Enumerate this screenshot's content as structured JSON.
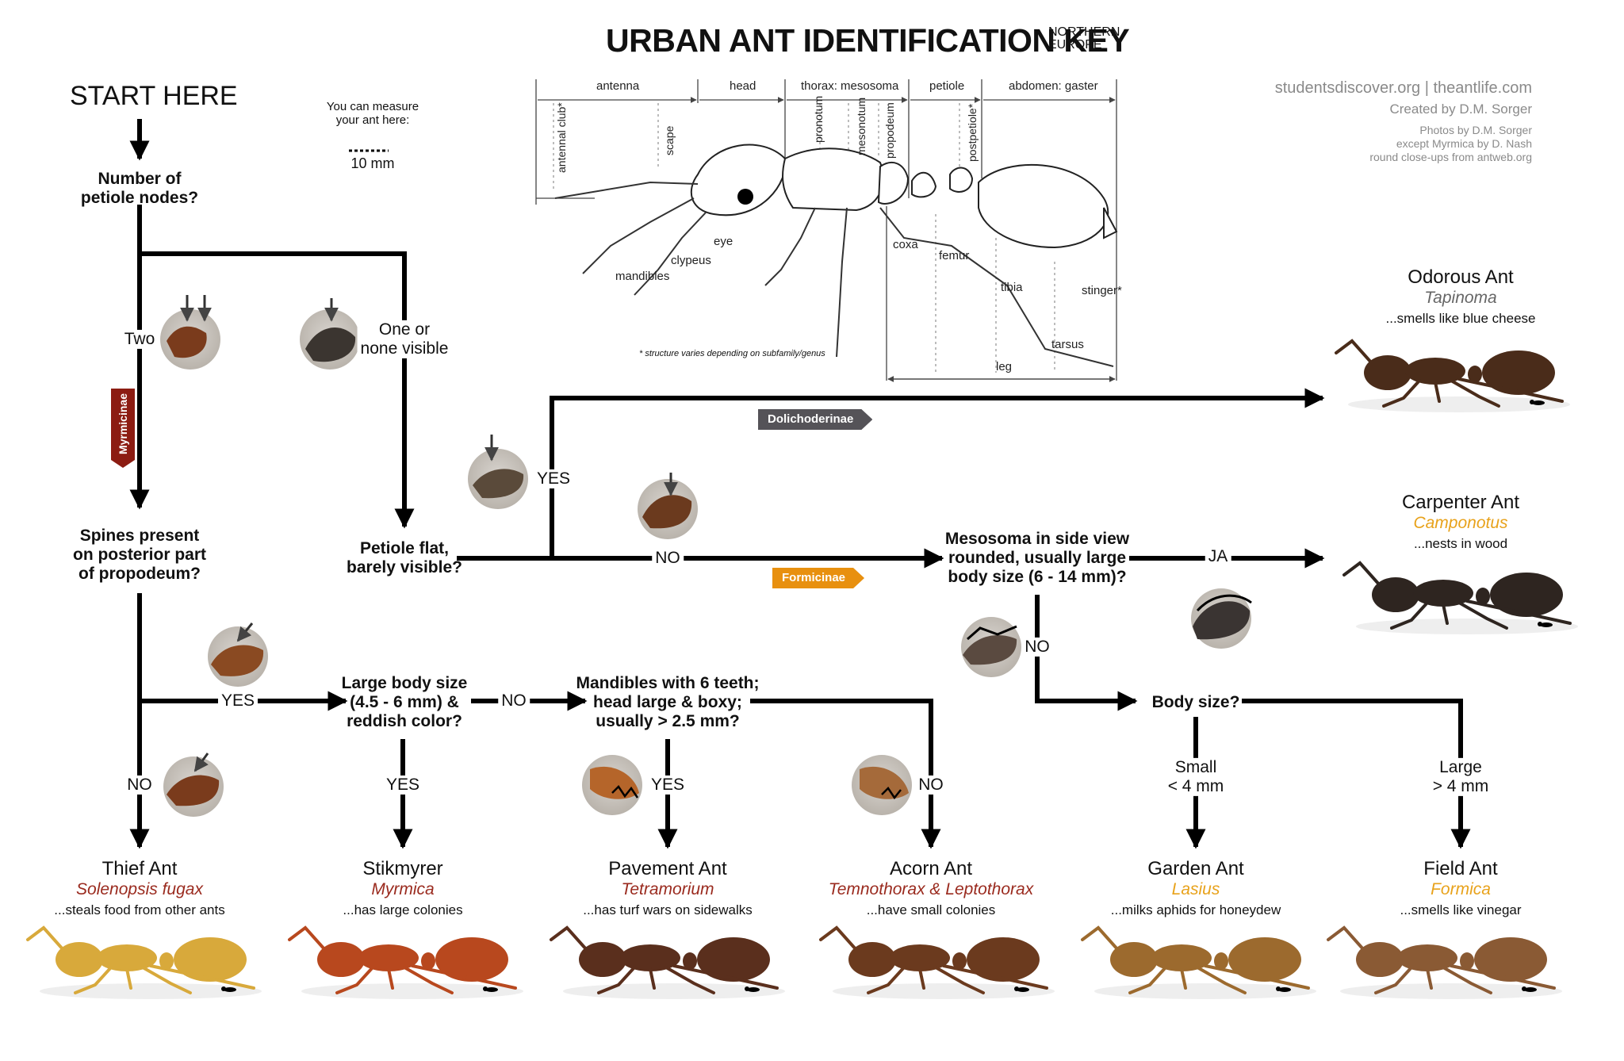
{
  "title": "URBAN ANT IDENTIFICATION KEY",
  "region": [
    "NORTHERN",
    "EUROPE"
  ],
  "start": "START HERE",
  "measure": {
    "text": "You can measure\nyour ant here:",
    "scale": "10 mm"
  },
  "credits": {
    "site": "studentsdiscover.org | theantlife.com",
    "created": "Created by D.M. Sorger",
    "photos": "Photos by D.M. Sorger",
    "except": "except Myrmica by D. Nash",
    "closeups": "round close-ups from antweb.org"
  },
  "anatomy": {
    "segments": [
      "antenna",
      "head",
      "thorax: mesosoma",
      "petiole",
      "abdomen: gaster"
    ],
    "vertical": [
      "antennal club*",
      "scape",
      "pronotum",
      "mesonotum",
      "propodeum",
      "postpetiole*"
    ],
    "parts": [
      "eye",
      "clypeus",
      "mandibles",
      "coxa",
      "femur",
      "tibia",
      "stinger*",
      "tarsus",
      "leg"
    ],
    "footnote": "* structure varies depending on subfamily/genus"
  },
  "questions": {
    "q1": "Number of\npetiole nodes?",
    "q2": "Spines present\non posterior part\nof propodeum?",
    "q3": "Petiole flat,\nbarely visible?",
    "q4": "Large body size\n(4.5 - 6 mm) &\nreddish color?",
    "q5": "Mandibles with 6 teeth;\nhead large & boxy;\nusually > 2.5 mm?",
    "q6": "Mesosoma in side view\nrounded, usually large\nbody size (6 - 14 mm)?",
    "q7": "Body size?"
  },
  "edges": {
    "two": "Two",
    "one_none": "One or\nnone visible",
    "yes": "YES",
    "no": "NO",
    "ja": "JA",
    "small": "Small\n< 4 mm",
    "large": "Large\n> 4 mm"
  },
  "subfamilies": {
    "myrmicinae": "Myrmicinae",
    "dolichoderinae": "Dolichoderinae",
    "formicinae": "Formicinae"
  },
  "ants": [
    {
      "common": "Odorous Ant",
      "sci": "Tapinoma",
      "desc": "...smells like blue cheese",
      "sci_color": "#666666",
      "body_color": "#4a2c1a"
    },
    {
      "common": "Carpenter Ant",
      "sci": "Camponotus",
      "desc": "...nests in wood",
      "sci_color": "#e8a21b",
      "body_color": "#2e2520"
    },
    {
      "common": "Thief Ant",
      "sci": "Solenopsis fugax",
      "desc": "...steals food from other ants",
      "sci_color": "#9a2a1e",
      "body_color": "#d8a93b"
    },
    {
      "common": "Stikmyrer",
      "sci": "Myrmica",
      "desc": "...has large colonies",
      "sci_color": "#9a2a1e",
      "body_color": "#b8481e"
    },
    {
      "common": "Pavement Ant",
      "sci": "Tetramorium",
      "desc": "...has turf wars on sidewalks",
      "sci_color": "#9a2a1e",
      "body_color": "#5a2f1d"
    },
    {
      "common": "Acorn Ant",
      "sci": "Temnothorax & Leptothorax",
      "desc": "...have small colonies",
      "sci_color": "#9a2a1e",
      "body_color": "#6b3a1e"
    },
    {
      "common": "Garden Ant",
      "sci": "Lasius",
      "desc": "...milks aphids for honeydew",
      "sci_color": "#e8a21b",
      "body_color": "#9c6a2e"
    },
    {
      "common": "Field Ant",
      "sci": "Formica",
      "desc": "...smells like vinegar",
      "sci_color": "#e8a21b",
      "body_color": "#8a5a34"
    }
  ],
  "colors": {
    "myrmicinae": "#8c1c12",
    "dolichoderinae": "#555358",
    "formicinae": "#e8900f",
    "line": "#000000"
  }
}
